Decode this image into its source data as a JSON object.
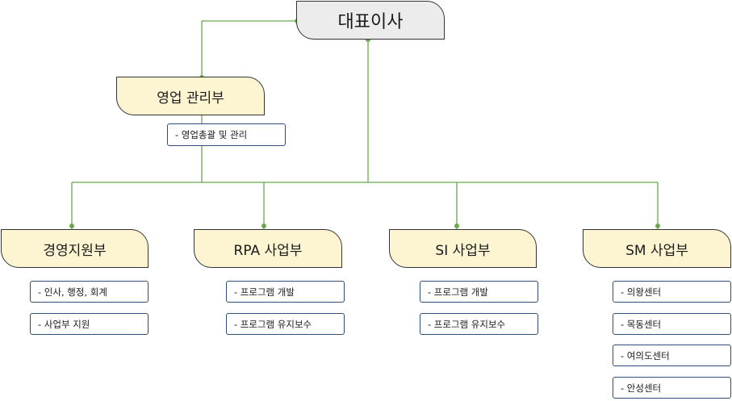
{
  "ceo": {
    "label": "대표이사"
  },
  "sales_dept": {
    "label": "영업 관리부",
    "duties": [
      "-  영업총괄 및 관리"
    ]
  },
  "departments": [
    {
      "label": "경영지원부",
      "duties": [
        "- 인사, 행정, 회계",
        "- 사업부 지원"
      ]
    },
    {
      "label": "RPA 사업부",
      "duties": [
        "- 프로그램 개발",
        "- 프로그램 유지보수"
      ]
    },
    {
      "label": "SI 사업부",
      "duties": [
        "- 프로그램 개발",
        "- 프로그램 유지보수"
      ]
    },
    {
      "label": "SM 사업부",
      "duties": [
        "- 의왕센터",
        "- 목동센터",
        "- 여의도센터",
        "- 안성센터"
      ]
    }
  ],
  "colors": {
    "connector": "#6aa84f",
    "ceo_fill": "#ececec",
    "dept_fill": "#fdf5d2",
    "duty_border": "#2f4f7a"
  }
}
